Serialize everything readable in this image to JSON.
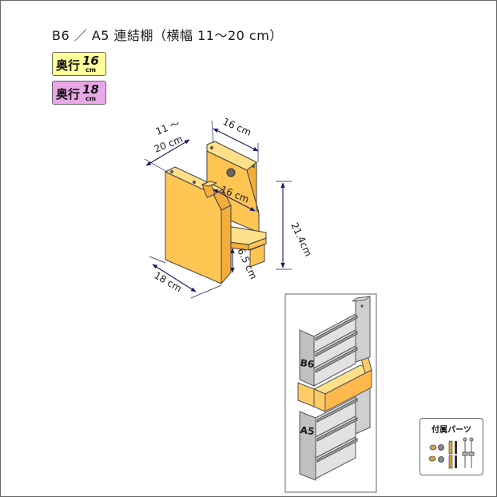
{
  "title": "B6 ／ A5 連結棚（横幅 11〜20 cm）",
  "badges": [
    {
      "main": "奥行",
      "number": "16",
      "unit": "cm",
      "color": "#ffff99"
    },
    {
      "main": "奥行",
      "number": "18",
      "unit": "cm",
      "color": "#e8a8e8"
    }
  ],
  "dimensions": {
    "width_range_top": "11 〜",
    "width_range_bottom": "20 cm",
    "top_depth": "16 cm",
    "inner_depth": "16 cm",
    "height": "21.4cm",
    "shelf_gap": "6.5 cm",
    "base_depth": "18 cm"
  },
  "preview": {
    "upper_label": "B6",
    "lower_label": "A5",
    "shelf_color": "#c8c8c8",
    "highlight_color": "#ffcc66"
  },
  "parts": {
    "title": "付属パーツ"
  },
  "colors": {
    "wood_front": "#ffc552",
    "wood_top": "#ffe08a",
    "wood_side": "#f4ad3a",
    "dimension_line": "#1a1a66"
  }
}
